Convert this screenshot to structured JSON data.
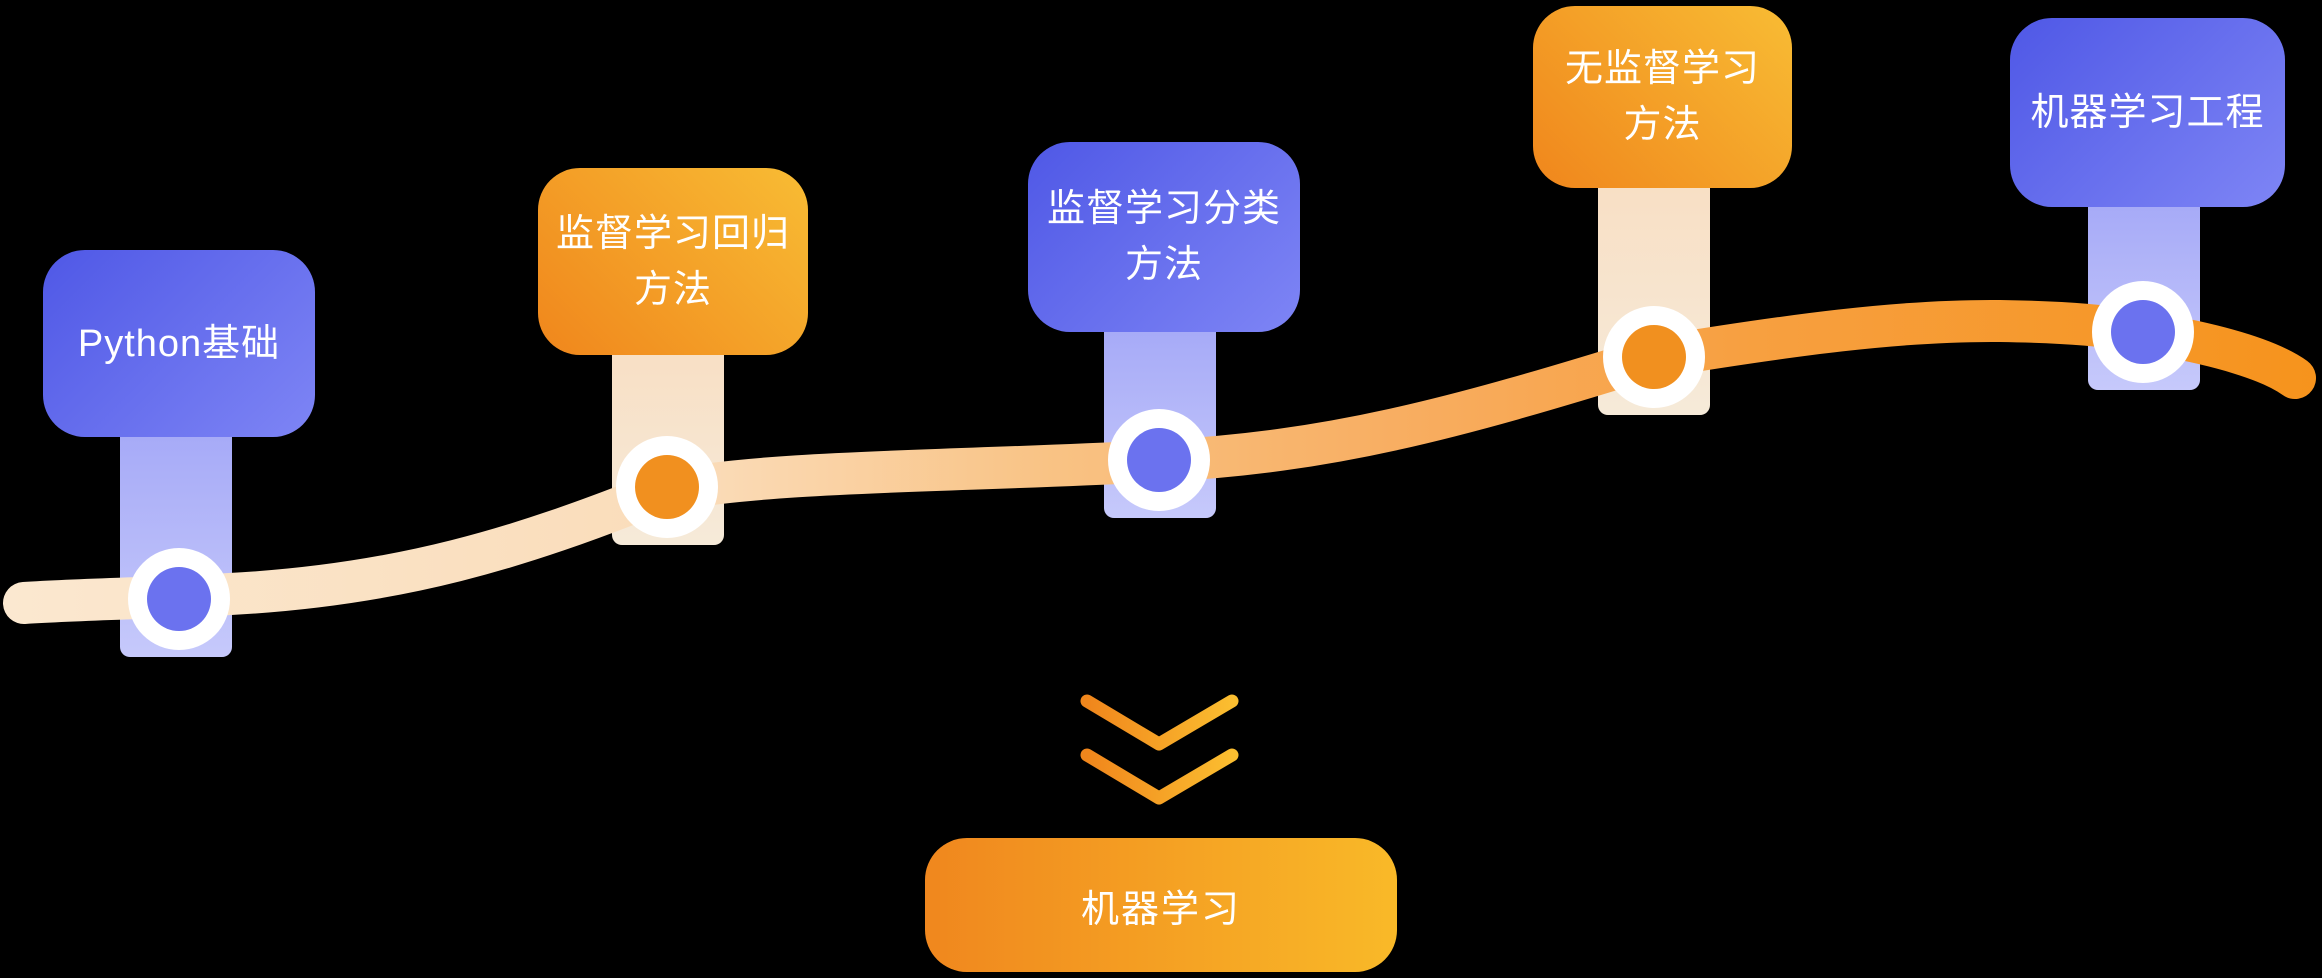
{
  "milestones": [
    {
      "label": "Python基础",
      "variant": "blue"
    },
    {
      "label": "监督学习回归\n方法",
      "variant": "orange"
    },
    {
      "label": "监督学习分类\n方法",
      "variant": "blue"
    },
    {
      "label": "无监督学习\n方法",
      "variant": "orange"
    },
    {
      "label": "机器学习工程",
      "variant": "blue"
    }
  ],
  "summary": {
    "label": "机器学习"
  },
  "icons": {
    "arrow": "double-chevron-down"
  },
  "colors": {
    "background": "#000000",
    "blue_card_start": "#4f58e6",
    "blue_card_end": "#7e85f5",
    "orange_card_start": "#f0861c",
    "orange_card_end": "#f8bc34",
    "blue_stem": "#a9adf8",
    "orange_stem": "#f8e3cb",
    "path_start": "#fbe8d0",
    "path_end": "#f6931c",
    "node_ring": "#ffffff",
    "node_dot_blue": "#6b72ef",
    "node_dot_orange": "#f1901f"
  }
}
